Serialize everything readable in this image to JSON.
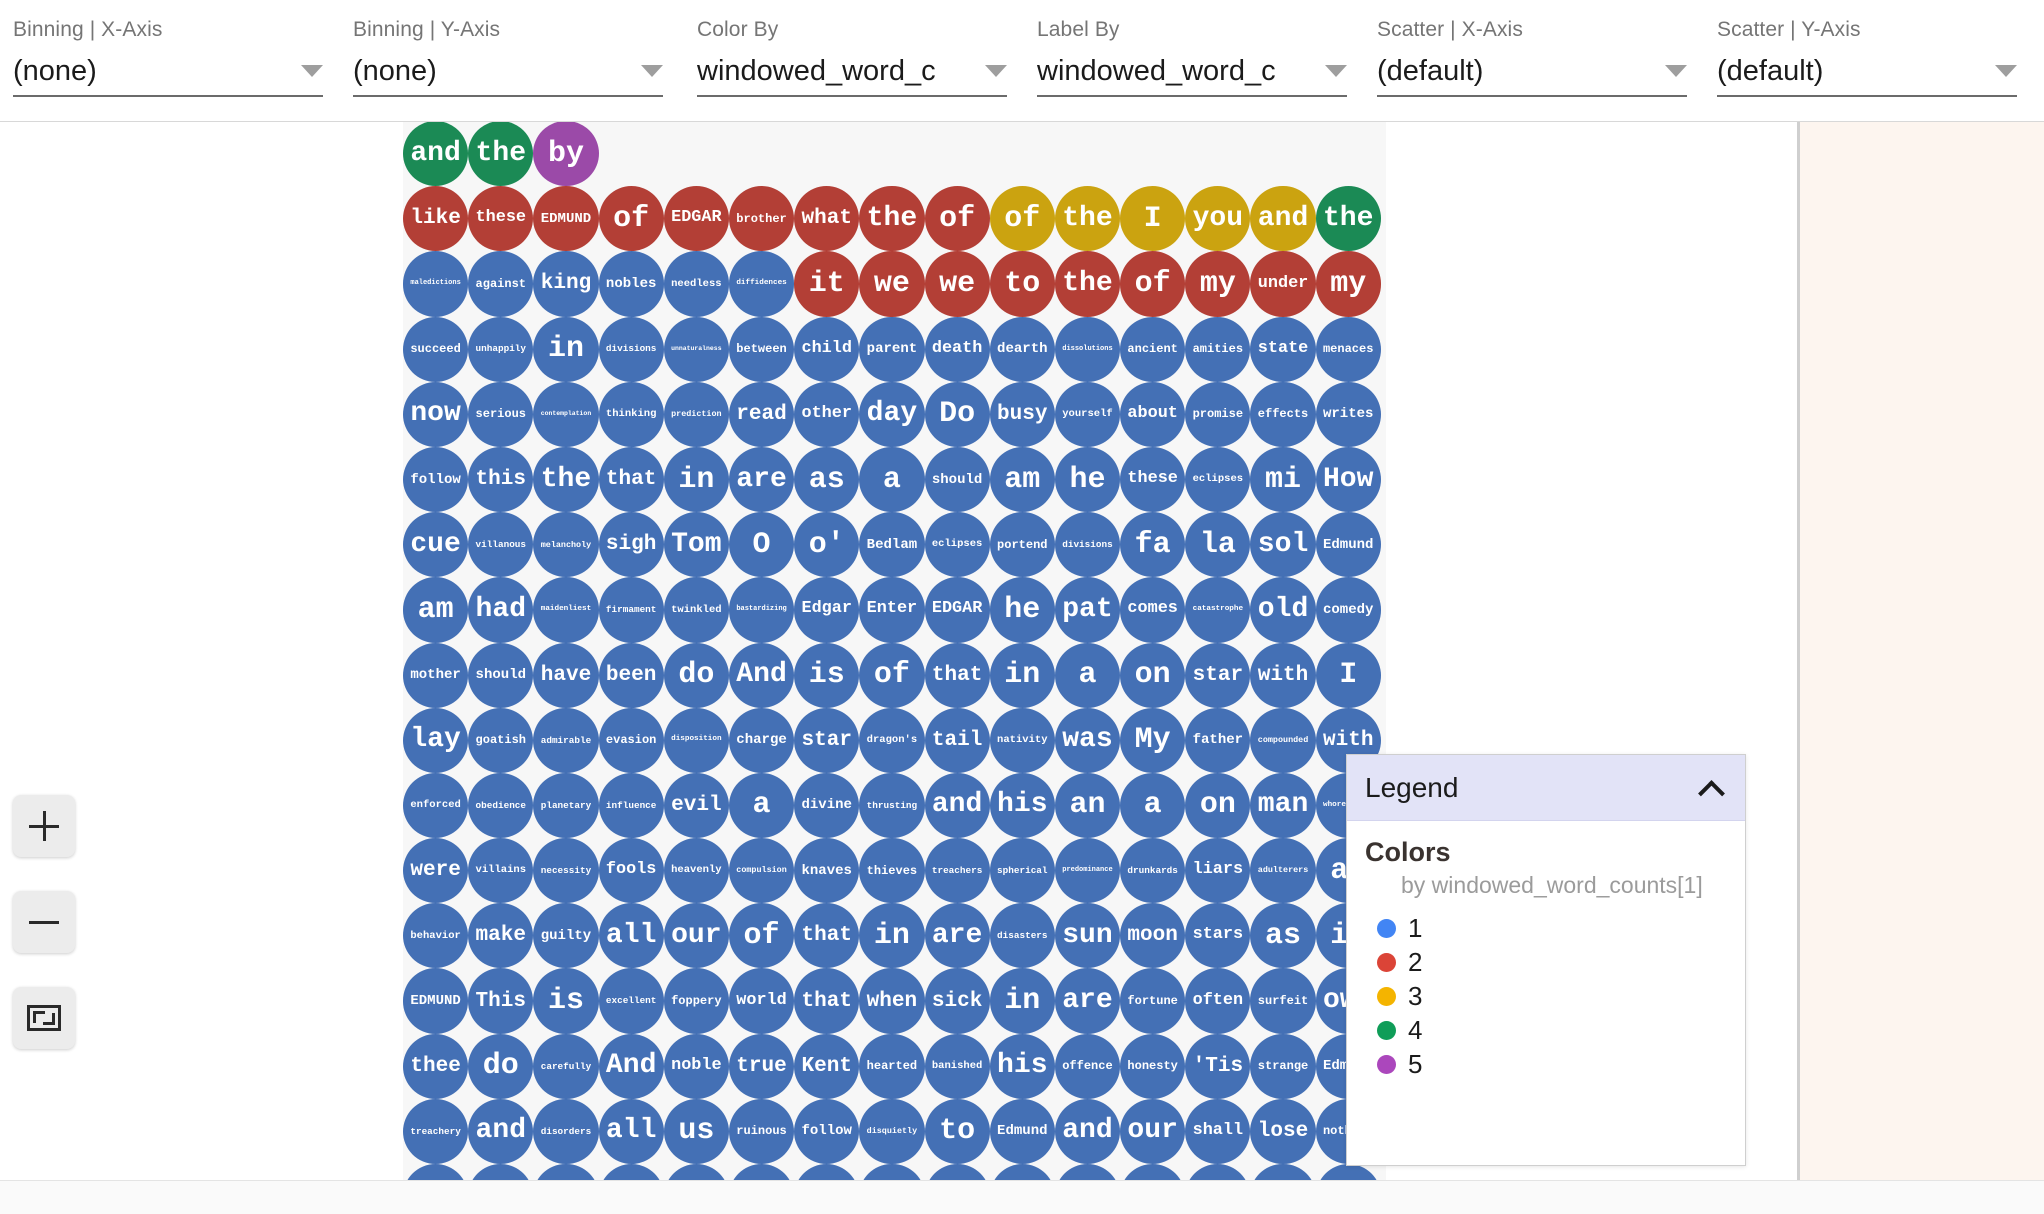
{
  "toolbar": {
    "controls": [
      {
        "label": "Binning | X-Axis",
        "value": "(none)",
        "name": "binning-x-axis"
      },
      {
        "label": "Binning | Y-Axis",
        "value": "(none)",
        "name": "binning-y-axis"
      },
      {
        "label": "Color By",
        "value": "windowed_word_c",
        "name": "color-by"
      },
      {
        "label": "Label By",
        "value": "windowed_word_c",
        "name": "label-by"
      },
      {
        "label": "Scatter | X-Axis",
        "value": "(default)",
        "name": "scatter-x-axis"
      },
      {
        "label": "Scatter | Y-Axis",
        "value": "(default)",
        "name": "scatter-y-axis"
      }
    ]
  },
  "zoom_controls": {
    "zoom_in": "+",
    "zoom_out": "−",
    "fit": "fit-to-screen"
  },
  "legend": {
    "title": "Legend",
    "collapse_icon": "chevron-up-icon",
    "section_title": "Colors",
    "subtitle": "by windowed_word_counts[1]",
    "items": [
      {
        "label": "1",
        "color": "#4285F4"
      },
      {
        "label": "2",
        "color": "#DB4437"
      },
      {
        "label": "3",
        "color": "#F4B400"
      },
      {
        "label": "4",
        "color": "#0F9D58"
      },
      {
        "label": "5",
        "color": "#AB47BC"
      }
    ]
  },
  "palette": {
    "1": "#4470b5",
    "2": "#b33f36",
    "3": "#cba310",
    "4": "#1b8a55",
    "5": "#9b4aa8"
  },
  "chart_data": {
    "type": "scatter",
    "title": "",
    "xlabel": "",
    "ylabel": "",
    "color_by": "windowed_word_counts[1]",
    "label_by": "windowed_word_counts[1]",
    "columns": 15,
    "rows": 17,
    "note": "Packed-circle scatter; each point is a word bubble. Bubble label = word, bubble color = windowed_word_counts[1] value (1-5), label size scales with the same count.",
    "grid": [
      [
        [
          "and",
          4
        ],
        [
          "the",
          4
        ],
        [
          "by",
          5
        ],
        null,
        null,
        null,
        null,
        null,
        null,
        null,
        null,
        null,
        null,
        null,
        null
      ],
      [
        [
          "like",
          2
        ],
        [
          "these",
          2
        ],
        [
          "EDMUND",
          2
        ],
        [
          "of",
          2
        ],
        [
          "EDGAR",
          2
        ],
        [
          "brother",
          2
        ],
        [
          "what",
          2
        ],
        [
          "the",
          2
        ],
        [
          "of",
          2
        ],
        [
          "of",
          3
        ],
        [
          "the",
          3
        ],
        [
          "I",
          3
        ],
        [
          "you",
          3
        ],
        [
          "and",
          3
        ],
        [
          "the",
          4
        ]
      ],
      [
        [
          "maledictions",
          1
        ],
        [
          "against",
          1
        ],
        [
          "king",
          1
        ],
        [
          "nobles",
          1
        ],
        [
          "needless",
          1
        ],
        [
          "diffidences",
          1
        ],
        [
          "it",
          2
        ],
        [
          "we",
          2
        ],
        [
          "we",
          2
        ],
        [
          "to",
          2
        ],
        [
          "the",
          2
        ],
        [
          "of",
          2
        ],
        [
          "my",
          2
        ],
        [
          "under",
          2
        ],
        [
          "my",
          2
        ]
      ],
      [
        [
          "succeed",
          1
        ],
        [
          "unhappily",
          1
        ],
        [
          "in",
          1
        ],
        [
          "divisions",
          1
        ],
        [
          "unnaturalness",
          1
        ],
        [
          "between",
          1
        ],
        [
          "child",
          1
        ],
        [
          "parent",
          1
        ],
        [
          "death",
          1
        ],
        [
          "dearth",
          1
        ],
        [
          "dissolutions",
          1
        ],
        [
          "ancient",
          1
        ],
        [
          "amities",
          1
        ],
        [
          "state",
          1
        ],
        [
          "menaces",
          1
        ]
      ],
      [
        [
          "now",
          1
        ],
        [
          "serious",
          1
        ],
        [
          "contemplation",
          1
        ],
        [
          "thinking",
          1
        ],
        [
          "prediction",
          1
        ],
        [
          "read",
          1
        ],
        [
          "other",
          1
        ],
        [
          "day",
          1
        ],
        [
          "Do",
          1
        ],
        [
          "busy",
          1
        ],
        [
          "yourself",
          1
        ],
        [
          "about",
          1
        ],
        [
          "promise",
          1
        ],
        [
          "effects",
          1
        ],
        [
          "writes",
          1
        ]
      ],
      [
        [
          "follow",
          1
        ],
        [
          "this",
          1
        ],
        [
          "the",
          1
        ],
        [
          "that",
          1
        ],
        [
          "in",
          1
        ],
        [
          "are",
          1
        ],
        [
          "as",
          1
        ],
        [
          "a",
          1
        ],
        [
          "should",
          1
        ],
        [
          "am",
          1
        ],
        [
          "he",
          1
        ],
        [
          "these",
          1
        ],
        [
          "eclipses",
          1
        ],
        [
          "mi",
          1
        ],
        [
          "How",
          1
        ]
      ],
      [
        [
          "cue",
          1
        ],
        [
          "villanous",
          1
        ],
        [
          "melancholy",
          1
        ],
        [
          "sigh",
          1
        ],
        [
          "Tom",
          1
        ],
        [
          "O",
          1
        ],
        [
          "o'",
          1
        ],
        [
          "Bedlam",
          1
        ],
        [
          "eclipses",
          1
        ],
        [
          "portend",
          1
        ],
        [
          "divisions",
          1
        ],
        [
          "fa",
          1
        ],
        [
          "la",
          1
        ],
        [
          "sol",
          1
        ],
        [
          "Edmund",
          1
        ]
      ],
      [
        [
          "am",
          1
        ],
        [
          "had",
          1
        ],
        [
          "maidenliest",
          1
        ],
        [
          "firmament",
          1
        ],
        [
          "twinkled",
          1
        ],
        [
          "bastardizing",
          1
        ],
        [
          "Edgar",
          1
        ],
        [
          "Enter",
          1
        ],
        [
          "EDGAR",
          1
        ],
        [
          "he",
          1
        ],
        [
          "pat",
          1
        ],
        [
          "comes",
          1
        ],
        [
          "catastrophe",
          1
        ],
        [
          "old",
          1
        ],
        [
          "comedy",
          1
        ]
      ],
      [
        [
          "mother",
          1
        ],
        [
          "should",
          1
        ],
        [
          "have",
          1
        ],
        [
          "been",
          1
        ],
        [
          "do",
          1
        ],
        [
          "And",
          1
        ],
        [
          "is",
          1
        ],
        [
          "of",
          1
        ],
        [
          "that",
          1
        ],
        [
          "in",
          1
        ],
        [
          "a",
          1
        ],
        [
          "on",
          1
        ],
        [
          "star",
          1
        ],
        [
          "with",
          1
        ],
        [
          "I",
          1
        ]
      ],
      [
        [
          "lay",
          1
        ],
        [
          "goatish",
          1
        ],
        [
          "admirable",
          1
        ],
        [
          "evasion",
          1
        ],
        [
          "disposition",
          1
        ],
        [
          "charge",
          1
        ],
        [
          "star",
          1
        ],
        [
          "dragon's",
          1
        ],
        [
          "tail",
          1
        ],
        [
          "nativity",
          1
        ],
        [
          "was",
          1
        ],
        [
          "My",
          1
        ],
        [
          "father",
          1
        ],
        [
          "compounded",
          1
        ],
        [
          "with",
          1
        ]
      ],
      [
        [
          "enforced",
          1
        ],
        [
          "obedience",
          1
        ],
        [
          "planetary",
          1
        ],
        [
          "influence",
          1
        ],
        [
          "evil",
          1
        ],
        [
          "a",
          1
        ],
        [
          "divine",
          1
        ],
        [
          "thrusting",
          1
        ],
        [
          "and",
          1
        ],
        [
          "his",
          1
        ],
        [
          "an",
          1
        ],
        [
          "a",
          1
        ],
        [
          "on",
          1
        ],
        [
          "man",
          1
        ],
        [
          "whoremaster",
          1
        ]
      ],
      [
        [
          "were",
          1
        ],
        [
          "villains",
          1
        ],
        [
          "necessity",
          1
        ],
        [
          "fools",
          1
        ],
        [
          "heavenly",
          1
        ],
        [
          "compulsion",
          1
        ],
        [
          "knaves",
          1
        ],
        [
          "thieves",
          1
        ],
        [
          "treachers",
          1
        ],
        [
          "spherical",
          1
        ],
        [
          "predominance",
          1
        ],
        [
          "drunkards",
          1
        ],
        [
          "liars",
          1
        ],
        [
          "adulterers",
          1
        ],
        [
          "an",
          1
        ]
      ],
      [
        [
          "behavior",
          1
        ],
        [
          "make",
          1
        ],
        [
          "guilty",
          1
        ],
        [
          "all",
          1
        ],
        [
          "our",
          1
        ],
        [
          "of",
          1
        ],
        [
          "that",
          1
        ],
        [
          "in",
          1
        ],
        [
          "are",
          1
        ],
        [
          "disasters",
          1
        ],
        [
          "sun",
          1
        ],
        [
          "moon",
          1
        ],
        [
          "stars",
          1
        ],
        [
          "as",
          1
        ],
        [
          "if",
          1
        ]
      ],
      [
        [
          "EDMUND",
          1
        ],
        [
          "This",
          1
        ],
        [
          "is",
          1
        ],
        [
          "excellent",
          1
        ],
        [
          "foppery",
          1
        ],
        [
          "world",
          1
        ],
        [
          "that",
          1
        ],
        [
          "when",
          1
        ],
        [
          "sick",
          1
        ],
        [
          "in",
          1
        ],
        [
          "are",
          1
        ],
        [
          "fortune",
          1
        ],
        [
          "often",
          1
        ],
        [
          "surfeit",
          1
        ],
        [
          "own",
          1
        ]
      ],
      [
        [
          "thee",
          1
        ],
        [
          "do",
          1
        ],
        [
          "carefully",
          1
        ],
        [
          "And",
          1
        ],
        [
          "noble",
          1
        ],
        [
          "true",
          1
        ],
        [
          "Kent",
          1
        ],
        [
          "hearted",
          1
        ],
        [
          "banished",
          1
        ],
        [
          "his",
          1
        ],
        [
          "offence",
          1
        ],
        [
          "honesty",
          1
        ],
        [
          "'Tis",
          1
        ],
        [
          "strange",
          1
        ],
        [
          "Edmund",
          1
        ]
      ],
      [
        [
          "treachery",
          1
        ],
        [
          "and",
          1
        ],
        [
          "disorders",
          1
        ],
        [
          "all",
          1
        ],
        [
          "us",
          1
        ],
        [
          "ruinous",
          1
        ],
        [
          "follow",
          1
        ],
        [
          "disquietly",
          1
        ],
        [
          "to",
          1
        ],
        [
          "Edmund",
          1
        ],
        [
          "and",
          1
        ],
        [
          "our",
          1
        ],
        [
          "shall",
          1
        ],
        [
          "lose",
          1
        ],
        [
          "nothing",
          1
        ]
      ],
      [
        [
          "",
          1
        ],
        [
          "",
          1
        ],
        [
          "",
          1
        ],
        [
          "",
          1
        ],
        [
          "",
          1
        ],
        [
          "",
          1
        ],
        [
          "",
          1
        ],
        [
          "",
          1
        ],
        [
          "",
          1
        ],
        [
          "",
          1
        ],
        [
          "",
          1
        ],
        [
          "",
          1
        ],
        [
          "",
          1
        ],
        [
          "",
          1
        ],
        [
          "",
          1
        ]
      ]
    ]
  }
}
